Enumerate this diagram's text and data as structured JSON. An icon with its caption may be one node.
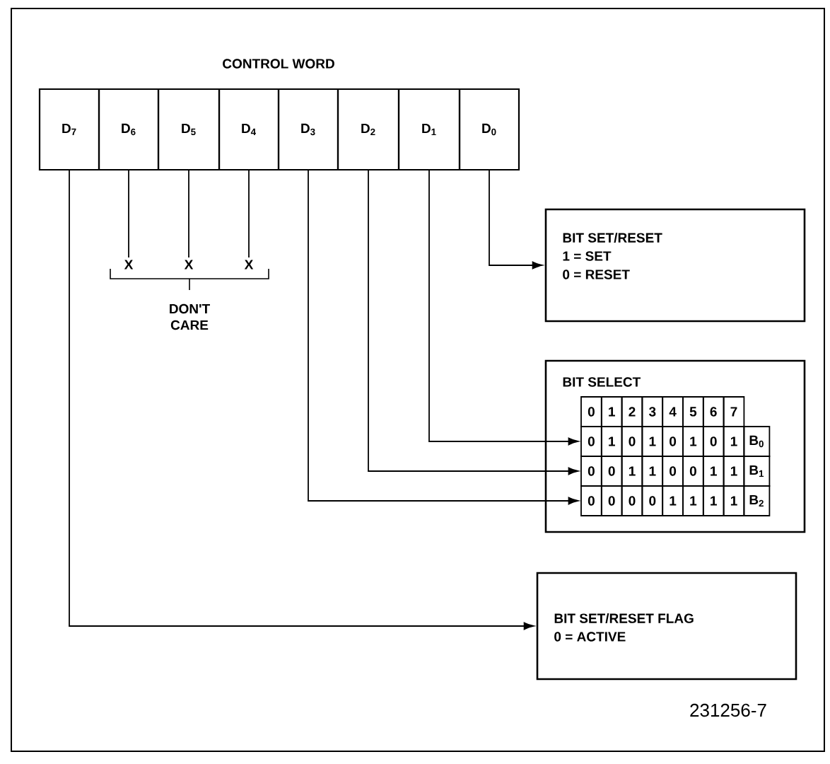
{
  "diagram": {
    "title": "CONTROL WORD",
    "nodes": [
      {
        "text": [
          "D$_{7}$"
        ]
      },
      {
        "text": [
          "D$_{6}$"
        ]
      },
      {
        "text": [
          "D$_{5}$"
        ]
      },
      {
        "text": [
          "D$_{4}$"
        ]
      },
      {
        "text": [
          "D$_{3}$"
        ]
      },
      {
        "text": [
          "D$_{2}$"
        ]
      },
      {
        "text": [
          "D$_{1}$"
        ]
      },
      {
        "text": [
          "D$_{0}$"
        ]
      },
      {
        "text": [
          "BIT SET/RESET",
          "1 = SET",
          "0 = RESET"
        ]
      },
      {
        "text": [
          "BIT SELECT"
        ]
      },
      {
        "text": [
          "0",
          "1",
          "0",
          "1",
          "0",
          "1",
          "0",
          "1",
          "B$_{0}$"
        ],
        "in": 9
      },
      {
        "text": [
          "0",
          "0",
          "1",
          "1",
          "0",
          "0",
          "1",
          "1",
          "B$_{1}$"
        ],
        "in": 9
      },
      {
        "text": [
          "0",
          "0",
          "0",
          "0",
          "1",
          "1",
          "1",
          "1",
          "B$_{2}$"
        ],
        "in": 9
      },
      {
        "text": [
          "BIT SET/RESET FLAG",
          "0 = ACTIVE"
        ]
      },
      {
        "text": [
          "X"
        ]
      },
      {
        "text": [
          "X"
        ]
      },
      {
        "text": [
          "X"
        ]
      }
    ],
    "edges": [
      {
        "from": 7,
        "to": 8,
        "arrow": "to"
      },
      {
        "from": 6,
        "to": 10,
        "arrow": "to"
      },
      {
        "from": 5,
        "to": 11,
        "arrow": "to"
      },
      {
        "from": 4,
        "to": 12,
        "arrow": "to"
      },
      {
        "from": 0,
        "to": 13,
        "arrow": "to"
      },
      {
        "from": 1,
        "to": 14,
        "arrow": "none"
      },
      {
        "from": 2,
        "to": 15,
        "arrow": "none"
      },
      {
        "from": 3,
        "to": 16,
        "arrow": "none"
      }
    ],
    "labels": [
      "0",
      "1",
      "2",
      "3",
      "4",
      "5",
      "6",
      "7",
      "DON'T CARE",
      "231256-7"
    ]
  }
}
